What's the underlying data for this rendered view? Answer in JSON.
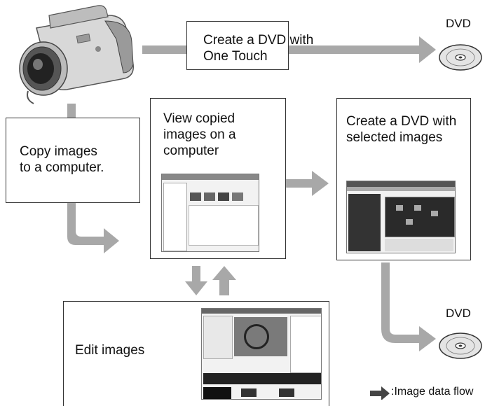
{
  "boxes": {
    "one_touch": "Create a DVD with\nOne Touch",
    "copy": "Copy images\nto a computer.",
    "view": "View copied\nimages on a\ncomputer",
    "create": "Create a DVD with\nselected images",
    "edit": "Edit images"
  },
  "dvd_labels": [
    "DVD",
    "DVD"
  ],
  "legend": ":Image data flow",
  "colors": {
    "arrow": "#a8a8a8",
    "legend_arrow": "#444444",
    "box_border": "#333333"
  },
  "icons": [
    "camcorder-icon",
    "dvd-disc-icon",
    "software-screenshot"
  ]
}
